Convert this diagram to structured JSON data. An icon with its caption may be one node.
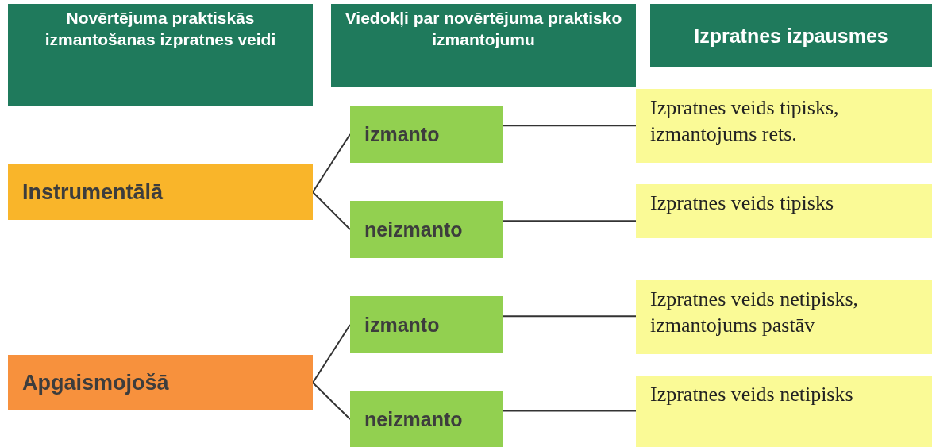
{
  "diagram": {
    "nodes": [
      {
        "text": [
          "Novērtējuma praktiskās izmantošanas izpratnes veidi"
        ]
      },
      {
        "text": [
          "Viedokļi par novērtējuma praktisko izmantojumu"
        ]
      },
      {
        "text": [
          "Izpratnes izpausmes"
        ]
      },
      {
        "text": [
          "Instrumentālā"
        ]
      },
      {
        "text": [
          "izmanto"
        ]
      },
      {
        "text": [
          "neizmanto"
        ]
      },
      {
        "text": [
          "Izpratnes veids tipisks, izmantojums rets."
        ]
      },
      {
        "text": [
          "Izpratnes veids tipisks"
        ]
      },
      {
        "text": [
          "Apgaismojošā"
        ]
      },
      {
        "text": [
          "izmanto"
        ]
      },
      {
        "text": [
          "neizmanto"
        ]
      },
      {
        "text": [
          "Izpratnes veids netipisks, izmantojums pastāv"
        ]
      },
      {
        "text": [
          "Izpratnes veids netipisks"
        ]
      }
    ],
    "edges": [
      {
        "from": 3,
        "to": 4,
        "arrow": "none"
      },
      {
        "from": 3,
        "to": 5,
        "arrow": "none"
      },
      {
        "from": 4,
        "to": 6,
        "arrow": "none"
      },
      {
        "from": 5,
        "to": 7,
        "arrow": "none"
      },
      {
        "from": 8,
        "to": 9,
        "arrow": "none"
      },
      {
        "from": 8,
        "to": 10,
        "arrow": "none"
      },
      {
        "from": 9,
        "to": 11,
        "arrow": "none"
      },
      {
        "from": 10,
        "to": 12,
        "arrow": "none"
      }
    ]
  }
}
